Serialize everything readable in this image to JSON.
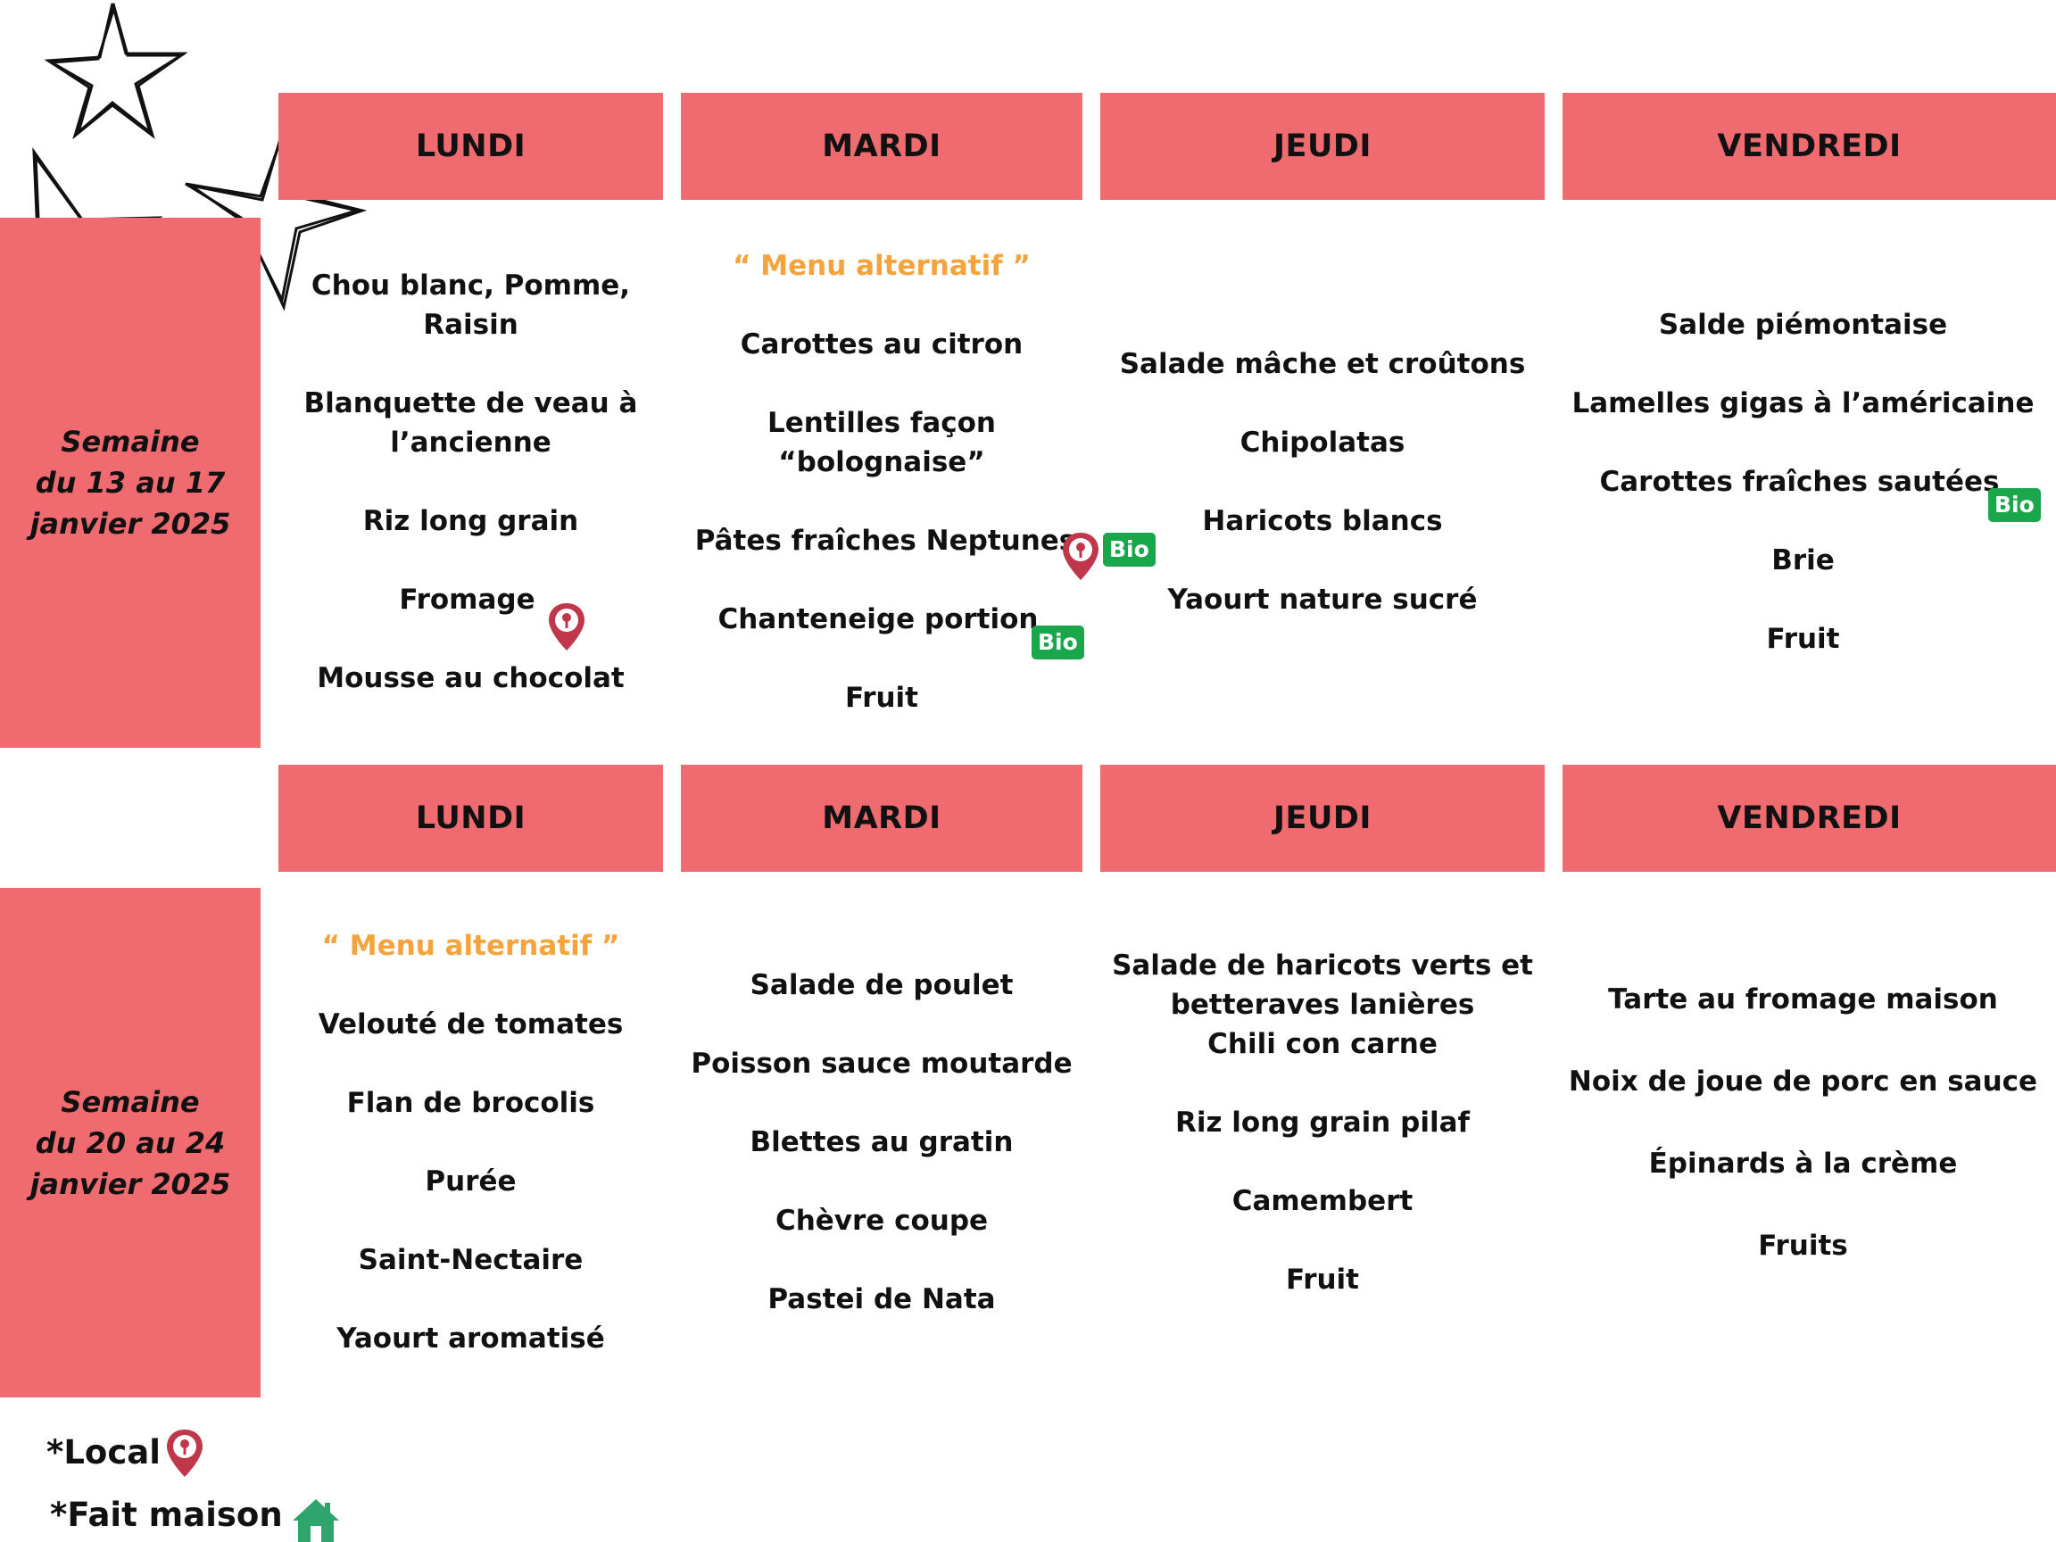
{
  "colors": {
    "header": "#ef6b70",
    "alt_menu": "#f5a33d",
    "bio": "#1aa64b",
    "local_pin": "#c0364a",
    "homemade": "#2fa56d"
  },
  "weeks": [
    {
      "label_lines": [
        "Semaine",
        "du 13 au 17",
        "janvier 2025"
      ],
      "days": [
        {
          "name": "LUNDI",
          "items": [
            "Chou blanc, Pomme,",
            "Raisin",
            "Blanquette de veau à",
            "l’ancienne",
            "Riz long grain",
            "Fromage",
            "Mousse au chocolat"
          ]
        },
        {
          "name": "MARDI",
          "alt_label": "“ Menu alternatif ”",
          "items": [
            "Carottes au citron",
            "Lentilles façon",
            "“bolognaise”",
            "Pâtes fraîches Neptunes",
            "Chanteneige portion",
            "Fruit"
          ]
        },
        {
          "name": "JEUDI",
          "items": [
            "Salade mâche et croûtons",
            "Chipolatas",
            "Haricots blancs",
            "Yaourt nature sucré"
          ]
        },
        {
          "name": "VENDREDI",
          "items": [
            "Salde piémontaise",
            "Lamelles gigas à l’américaine",
            "Carottes fraîches sautées",
            "Brie",
            "Fruit"
          ]
        }
      ]
    },
    {
      "label_lines": [
        "Semaine",
        "du 20 au 24",
        "janvier 2025"
      ],
      "days": [
        {
          "name": "LUNDI",
          "alt_label": "“ Menu alternatif ”",
          "items": [
            "Velouté de tomates",
            "Flan de brocolis",
            "Purée",
            "Saint-Nectaire",
            "Yaourt aromatisé"
          ]
        },
        {
          "name": "MARDI",
          "items": [
            "Salade de poulet",
            "Poisson sauce moutarde",
            "Blettes au gratin",
            "Chèvre coupe",
            "Pastei de Nata"
          ]
        },
        {
          "name": "JEUDI",
          "items": [
            "Salade de haricots verts et",
            "betteraves lanières",
            "Chili con carne",
            "Riz long grain pilaf",
            "Camembert",
            "Fruit"
          ]
        },
        {
          "name": "VENDREDI",
          "items": [
            "Tarte au fromage maison",
            "Noix de joue de porc en sauce",
            "Épinards à la crème",
            "Fruits"
          ]
        }
      ]
    }
  ],
  "badges": {
    "bio": "Bio"
  },
  "legend": {
    "local": "*Local",
    "homemade": "*Fait maison"
  }
}
